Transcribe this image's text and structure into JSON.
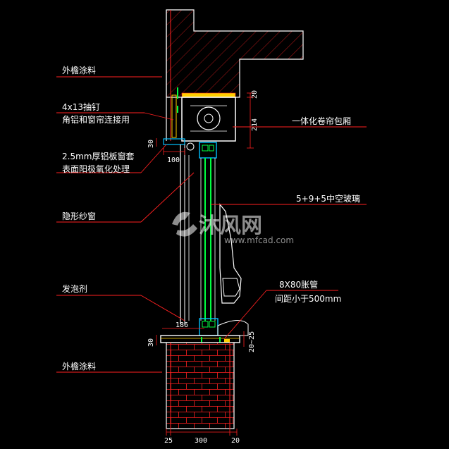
{
  "colors": {
    "background": "#000000",
    "leader": "#ff2020",
    "concrete": "#ff2020",
    "structure": "#ffffff",
    "glass": "#00ff40",
    "frame": "#00c0ff",
    "dimension": "#ff2020",
    "insulation": "#ffd000"
  },
  "labels": {
    "exterior_coating_top": "外檐涂料",
    "rivet_line1": "4x13抽钉",
    "rivet_line2": "角铝和窗帘连接用",
    "sleeve_line1": "2.5mm厚铝板窗套",
    "sleeve_line2": "表面阳极氧化处理",
    "hidden_screen": "隐形纱窗",
    "foam": "发泡剂",
    "exterior_coating_bottom": "外檐涂料",
    "roller_box": "一体化卷帘包厢",
    "glass": "5+9+5中空玻璃",
    "anchor_line1": "8X80胀管",
    "anchor_line2": "间距小于500mm"
  },
  "dimensions": {
    "top_20": "20",
    "top_214": "214",
    "left_30_top": "30",
    "offset_100": "100",
    "offset_186": "186",
    "left_30_bottom": "30",
    "right_20_25": "20~25",
    "bottom_25": "25",
    "bottom_300": "300",
    "bottom_20": "20"
  },
  "watermark": {
    "brand": "沐风网",
    "url": "www.mfcad.com"
  }
}
